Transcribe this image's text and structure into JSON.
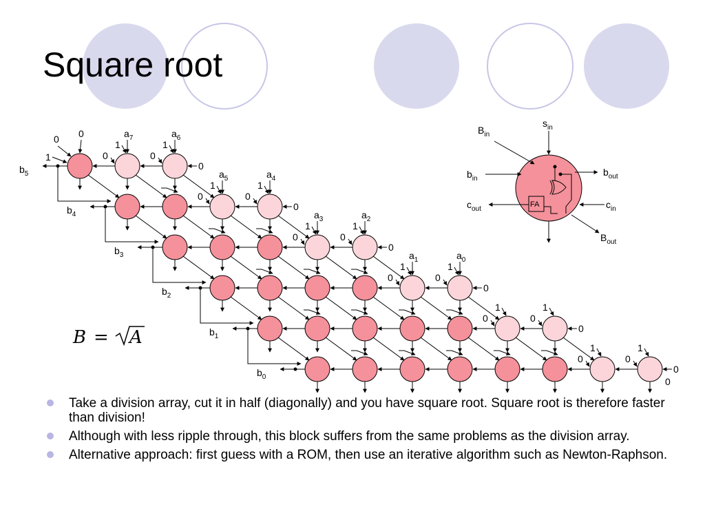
{
  "title": "Square root",
  "formula": {
    "lhs": "B",
    "eq": "=",
    "arg": "A"
  },
  "colors": {
    "deco_fill": "#d9d9ee",
    "deco_stroke": "#c7c6e6",
    "cell_dark": "#f4919b",
    "cell_light": "#fbd5da",
    "bullet": "#b7b6e4"
  },
  "diagram": {
    "top_inputs": [
      {
        "base": "a",
        "sub": "7"
      },
      {
        "base": "a",
        "sub": "6"
      },
      {
        "base": "a",
        "sub": "5"
      },
      {
        "base": "a",
        "sub": "4"
      },
      {
        "base": "a",
        "sub": "3"
      },
      {
        "base": "a",
        "sub": "2"
      },
      {
        "base": "a",
        "sub": "1"
      },
      {
        "base": "a",
        "sub": "0"
      }
    ],
    "left_outputs": [
      {
        "base": "b",
        "sub": "5"
      },
      {
        "base": "b",
        "sub": "4"
      },
      {
        "base": "b",
        "sub": "3"
      },
      {
        "base": "b",
        "sub": "2"
      },
      {
        "base": "b",
        "sub": "1"
      },
      {
        "base": "b",
        "sub": "0"
      }
    ],
    "zero": "0",
    "one": "1",
    "cell": {
      "fa_label": "FA",
      "b_in": {
        "base": "B",
        "sub": "in"
      },
      "s_in": {
        "base": "s",
        "sub": "in"
      },
      "bin": {
        "base": "b",
        "sub": "in"
      },
      "bout": {
        "base": "b",
        "sub": "out"
      },
      "cout": {
        "base": "c",
        "sub": "out"
      },
      "cin": {
        "base": "c",
        "sub": "in"
      },
      "B_out": {
        "base": "B",
        "sub": "out"
      }
    }
  },
  "bullets": [
    "Take a division array, cut it in half (diagonally) and you have square root. Square root is therefore faster than division!",
    "Although with less ripple through, this block suffers from the same problems as the division array.",
    "Alternative approach: first guess with a ROM, then use an iterative algorithm such as Newton-Raphson."
  ]
}
